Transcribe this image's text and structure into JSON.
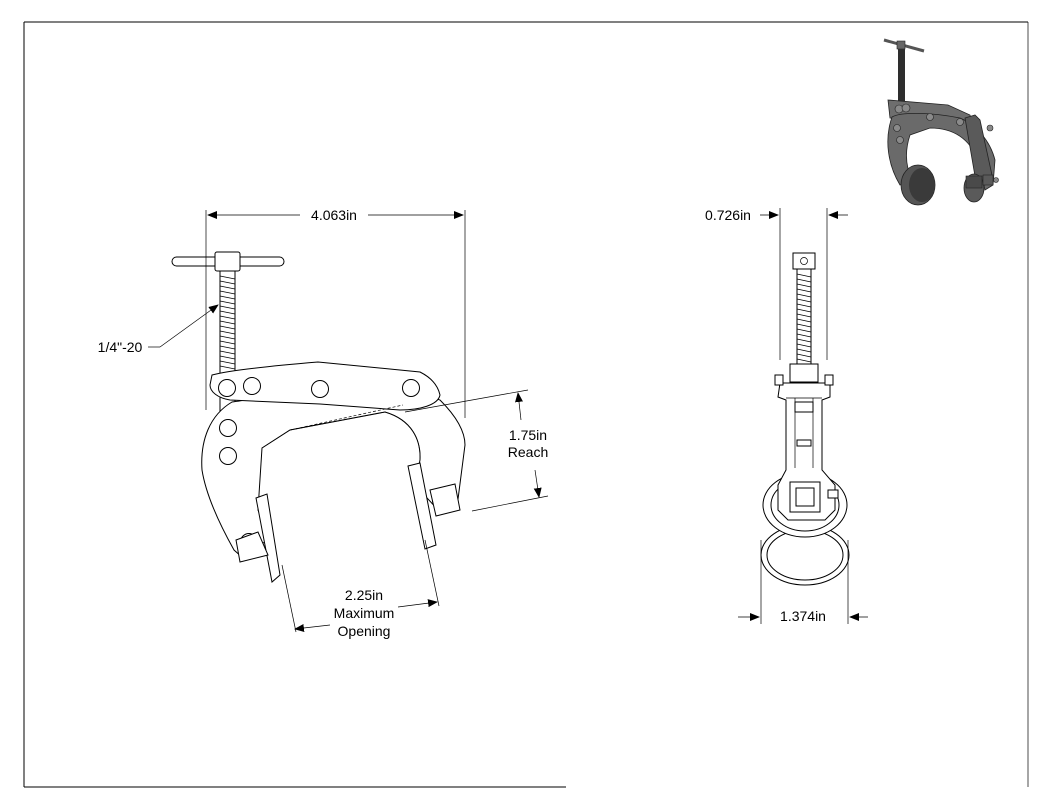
{
  "dimensions": {
    "overall_width": "4.063in",
    "thread": "1/4\"-20",
    "reach_value": "1.75in",
    "reach_label": "Reach",
    "opening_value": "2.25in",
    "opening_label_1": "Maximum",
    "opening_label_2": "Opening",
    "side_top_width": "0.726in",
    "side_bottom_width": "1.374in"
  },
  "colors": {
    "line": "#000000",
    "background": "#ffffff",
    "iso_body": "#6a6a6a",
    "iso_dark": "#3a3a3a"
  }
}
